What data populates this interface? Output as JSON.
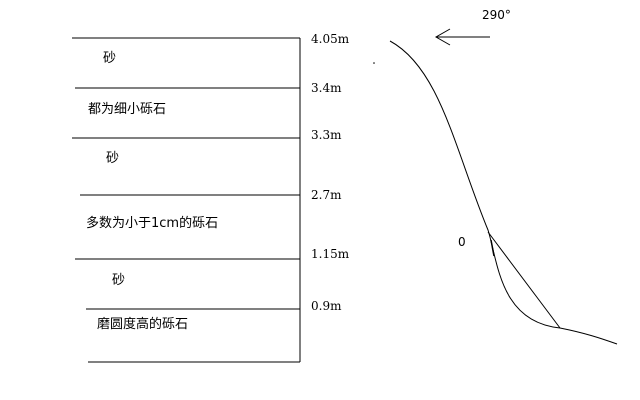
{
  "column": {
    "layers": [
      "砂",
      "都为细小砾石",
      "砂",
      "多数为小于1cm的砾石",
      "砂",
      "磨圆度高的砾石"
    ],
    "depths": [
      "4.05m",
      "3.4m",
      "3.3m",
      "2.7m",
      "1.15m",
      "0.9m"
    ]
  },
  "profile": {
    "azimuth_label": "290°",
    "point_label": "0"
  }
}
